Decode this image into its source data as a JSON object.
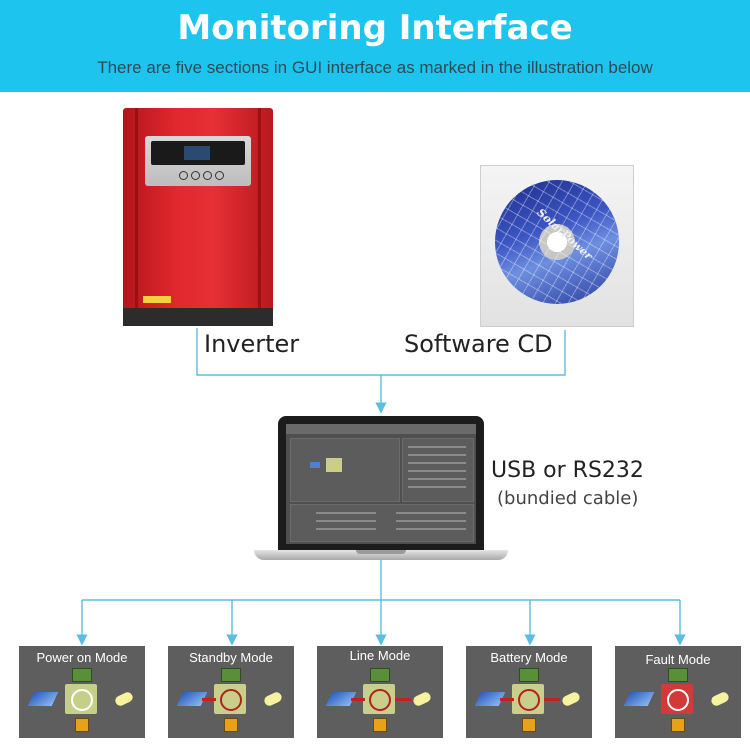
{
  "header": {
    "title": "Monitoring Interface",
    "subtitle": "There are five sections in GUI interface as marked in the illustration below"
  },
  "labels": {
    "inverter": "Inverter",
    "software_cd": "Software CD",
    "connection_main": "USB or RS232",
    "connection_sub": "(bundied cable)",
    "cd_brand": "SolarPower"
  },
  "modes": [
    {
      "label": "Power on Mode",
      "core_color": "#c6cf8a",
      "active_arrows": false
    },
    {
      "label": "Standby Mode",
      "core_color": "#c9cf8a",
      "active_arrows": true
    },
    {
      "label": "Line Mode",
      "core_color": "#c9cf8a",
      "active_arrows": true
    },
    {
      "label": "Battery Mode",
      "core_color": "#c9cf8a",
      "active_arrows": true
    },
    {
      "label": "Fault Mode",
      "core_color": "#d23a3a",
      "active_arrows": false
    }
  ],
  "colors": {
    "banner": "#1dc5ee",
    "connector_line": "#5bbde0",
    "mode_panel": "#5e5e5e",
    "flow_arrow": "#c42020"
  }
}
